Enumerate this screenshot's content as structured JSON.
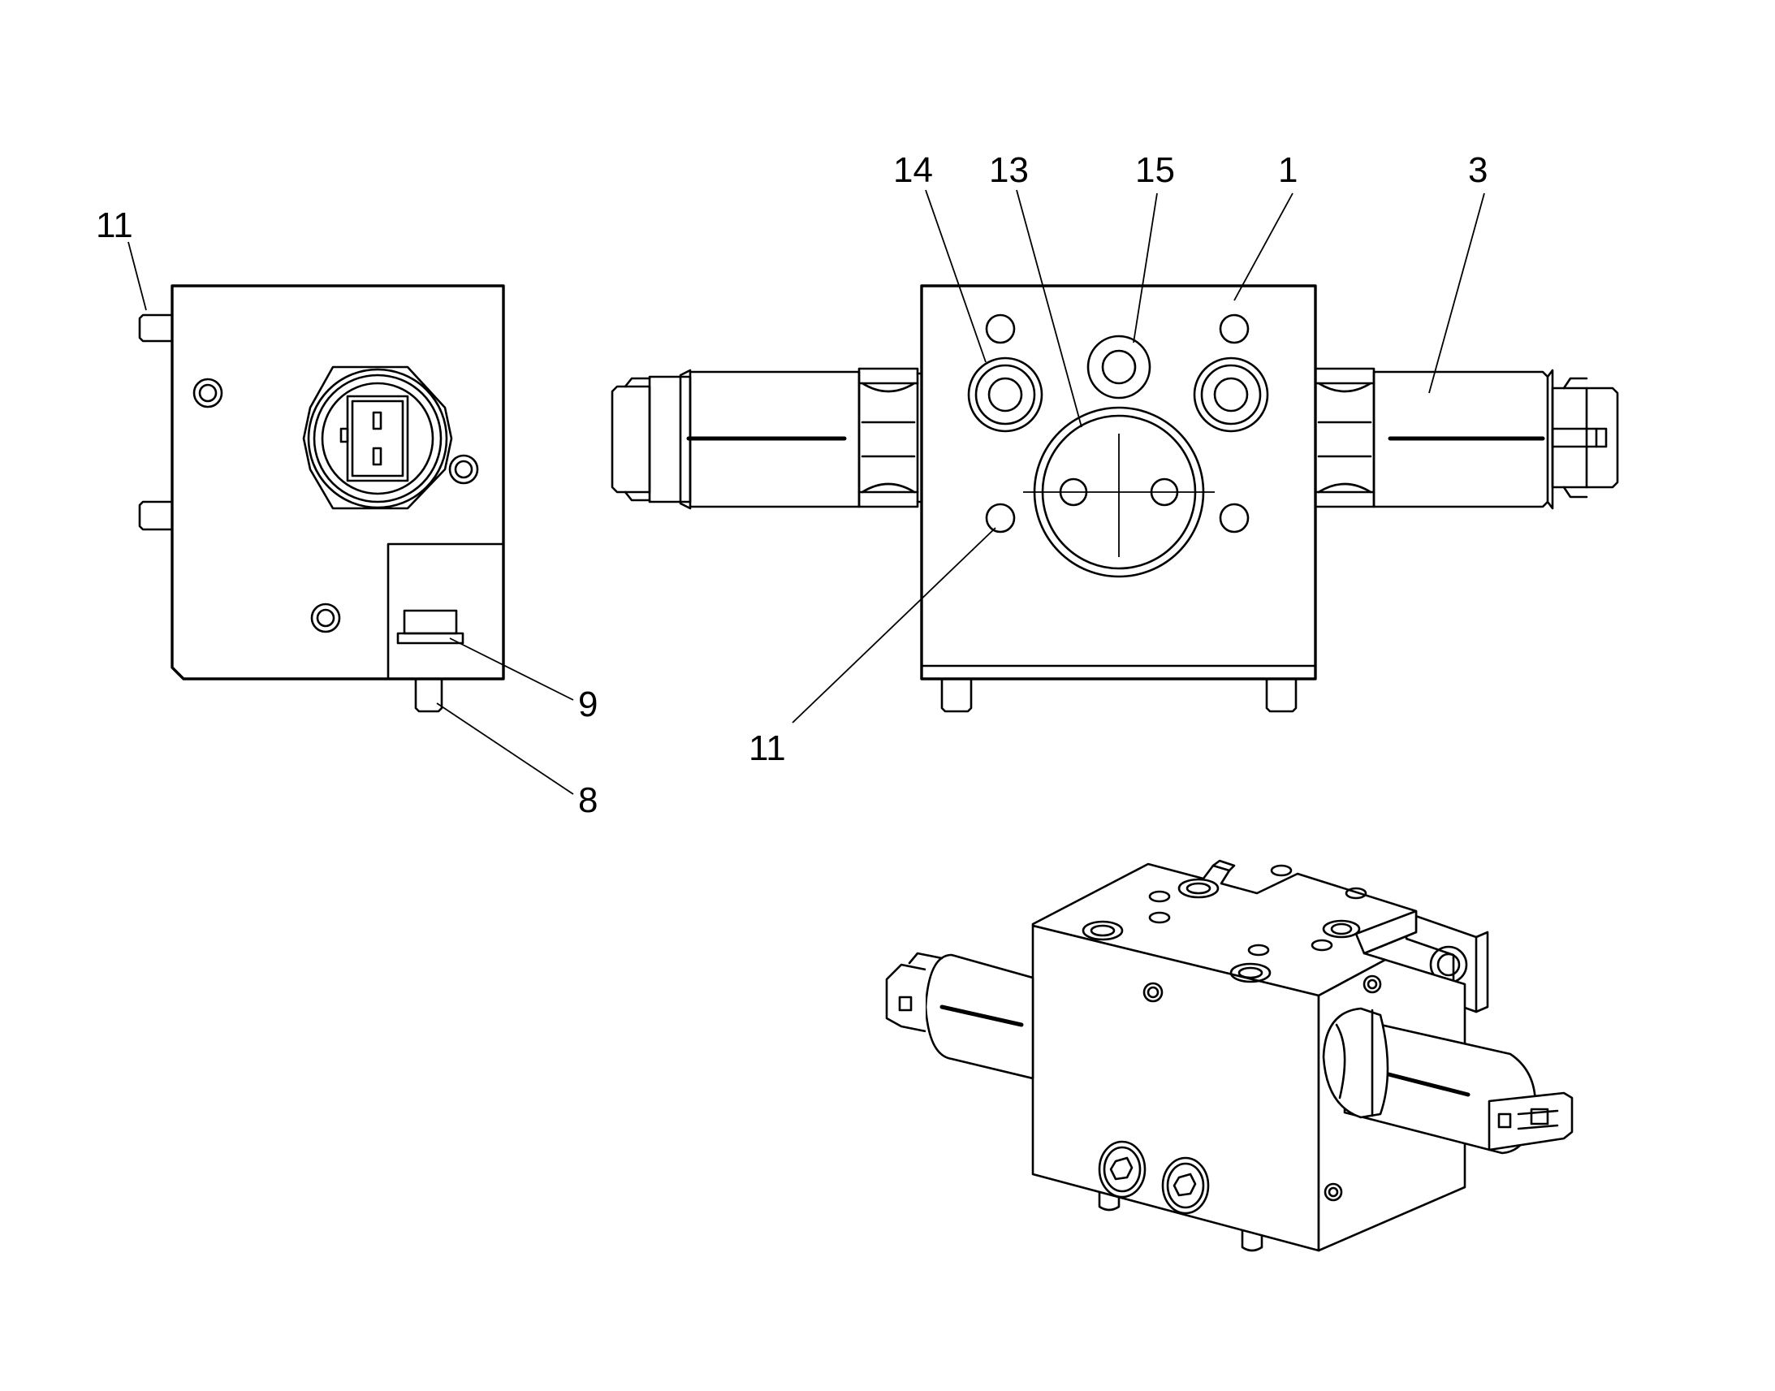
{
  "callouts": {
    "left_11": "11",
    "left_9": "9",
    "left_8": "8",
    "front_14": "14",
    "front_13": "13",
    "front_15": "15",
    "front_1": "1",
    "front_3": "3",
    "front_11": "11"
  },
  "colors": {
    "line": "#000000",
    "background": "#ffffff"
  }
}
